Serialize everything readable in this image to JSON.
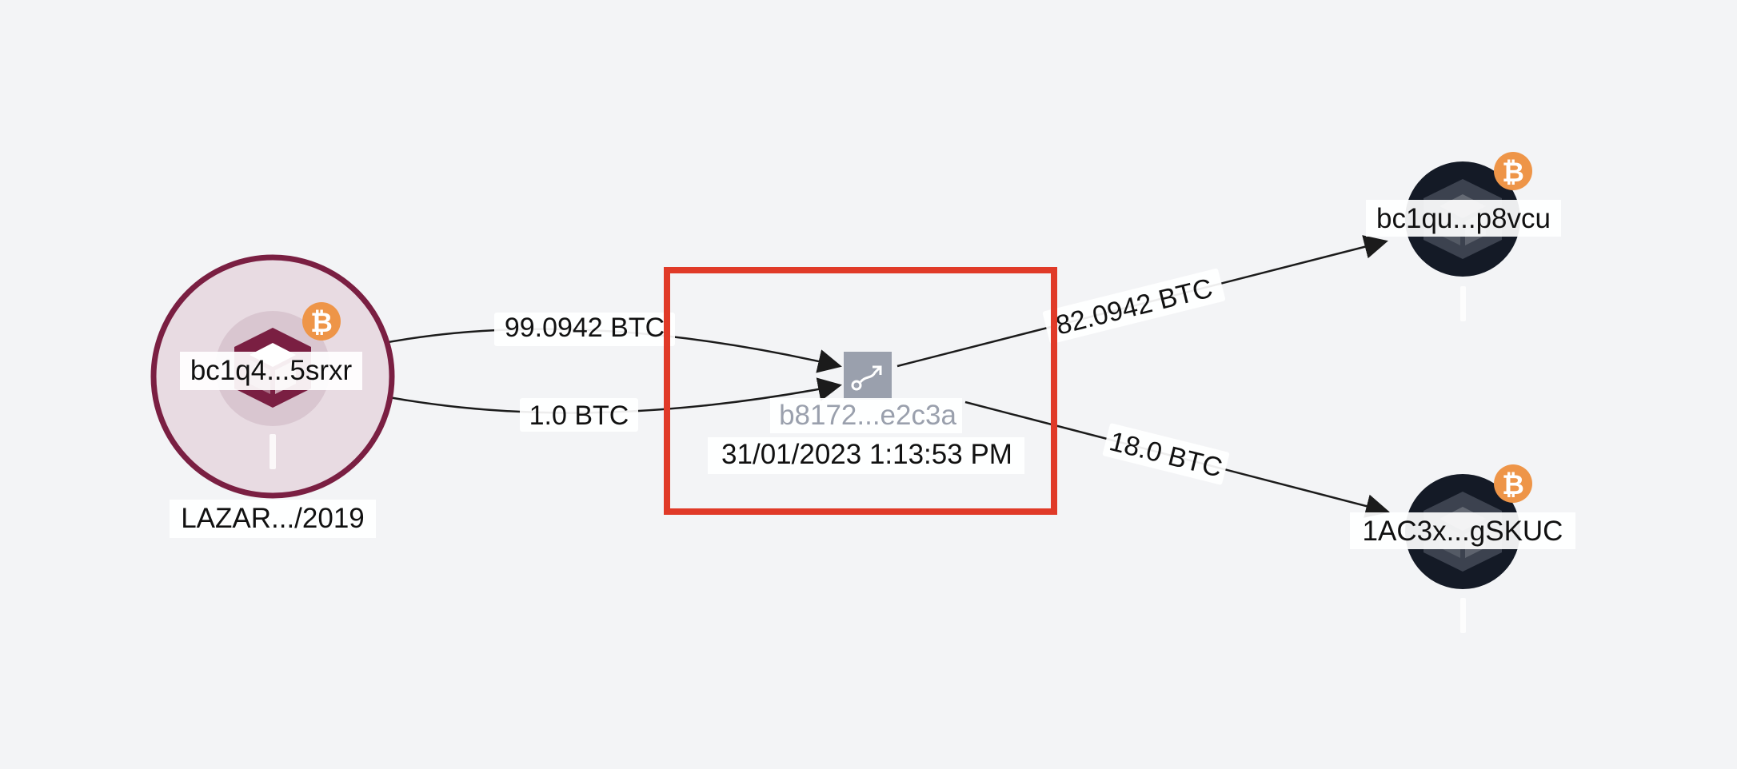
{
  "colors": {
    "background": "#f3f4f6",
    "source_node": "#7a1f42",
    "source_node_light": "#e8dbe2",
    "dest_node": "#141a26",
    "tx_node": "#9aa0ad",
    "btc_badge": "#ee9548",
    "edge": "#1b1b1b",
    "selection": "#e03a28"
  },
  "nodes": {
    "source": {
      "address": "bc1q4...5srxr",
      "label": "LAZAR.../2019",
      "icon": "cube-icon",
      "badge_icon": "bitcoin-icon"
    },
    "transaction": {
      "hash": "b8172...e2c3a",
      "timestamp": "31/01/2023 1:13:53 PM",
      "icon": "route-icon"
    },
    "dest_top": {
      "address": "bc1qu...p8vcu",
      "icon": "cube-icon",
      "badge_icon": "bitcoin-icon"
    },
    "dest_bottom": {
      "address": "1AC3x...gSKUC",
      "icon": "cube-icon",
      "badge_icon": "bitcoin-icon"
    }
  },
  "edges": {
    "in_upper": "99.0942 BTC",
    "in_lower": "1.0 BTC",
    "out_upper": "82.0942 BTC",
    "out_lower": "18.0 BTC"
  }
}
